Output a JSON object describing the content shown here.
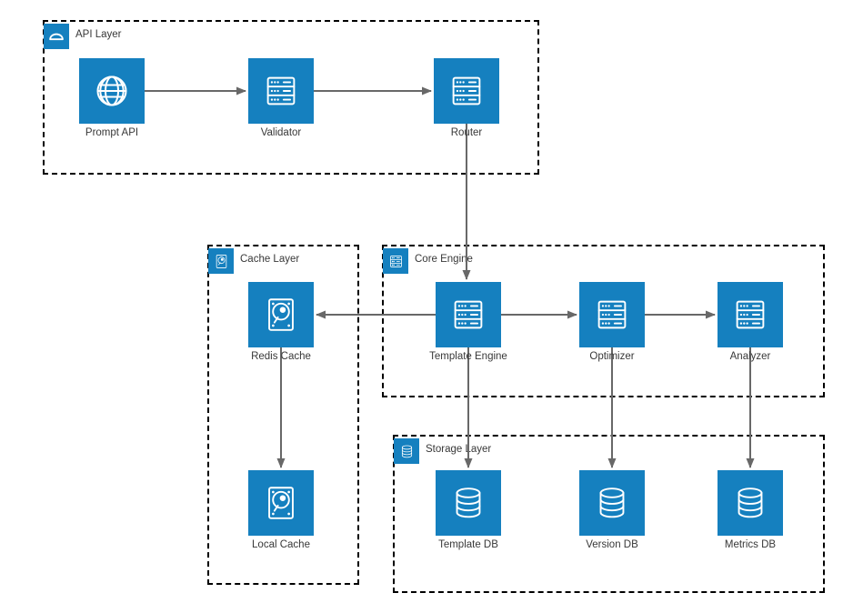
{
  "diagram": {
    "background": "#ffffff",
    "colors": {
      "node_fill": "#1580BF",
      "icon": "#ffffff",
      "container_border": "#000000",
      "edge": "#686868",
      "label_text": "#383838"
    },
    "containers": [
      {
        "id": "api-layer",
        "label": "API Layer",
        "badge_icon": "cloud-icon"
      },
      {
        "id": "cache-layer",
        "label": "Cache Layer",
        "badge_icon": "hard-disk-icon"
      },
      {
        "id": "core-engine",
        "label": "Core Engine",
        "badge_icon": "server-icon"
      },
      {
        "id": "storage-layer",
        "label": "Storage Layer",
        "badge_icon": "database-icon"
      }
    ],
    "nodes": [
      {
        "id": "prompt-api",
        "label": "Prompt API",
        "icon": "globe-icon",
        "container": "api-layer"
      },
      {
        "id": "validator",
        "label": "Validator",
        "icon": "server-icon",
        "container": "api-layer"
      },
      {
        "id": "router",
        "label": "Router",
        "icon": "server-icon",
        "container": "api-layer"
      },
      {
        "id": "redis-cache",
        "label": "Redis Cache",
        "icon": "hard-disk-icon",
        "container": "cache-layer"
      },
      {
        "id": "template-engine",
        "label": "Template Engine",
        "icon": "server-icon",
        "container": "core-engine"
      },
      {
        "id": "optimizer",
        "label": "Optimizer",
        "icon": "server-icon",
        "container": "core-engine"
      },
      {
        "id": "analyzer",
        "label": "Analyzer",
        "icon": "server-icon",
        "container": "core-engine"
      },
      {
        "id": "local-cache",
        "label": "Local Cache",
        "icon": "hard-disk-icon",
        "container": "cache-layer"
      },
      {
        "id": "template-db",
        "label": "Template DB",
        "icon": "database-icon",
        "container": "storage-layer"
      },
      {
        "id": "version-db",
        "label": "Version DB",
        "icon": "database-icon",
        "container": "storage-layer"
      },
      {
        "id": "metrics-db",
        "label": "Metrics DB",
        "icon": "database-icon",
        "container": "storage-layer"
      }
    ],
    "edges": [
      {
        "from": "prompt-api",
        "to": "validator"
      },
      {
        "from": "validator",
        "to": "router"
      },
      {
        "from": "router",
        "to": "template-engine"
      },
      {
        "from": "template-engine",
        "to": "redis-cache"
      },
      {
        "from": "template-engine",
        "to": "optimizer"
      },
      {
        "from": "optimizer",
        "to": "analyzer"
      },
      {
        "from": "redis-cache",
        "to": "local-cache"
      },
      {
        "from": "template-engine",
        "to": "template-db"
      },
      {
        "from": "optimizer",
        "to": "version-db"
      },
      {
        "from": "analyzer",
        "to": "metrics-db"
      }
    ]
  }
}
